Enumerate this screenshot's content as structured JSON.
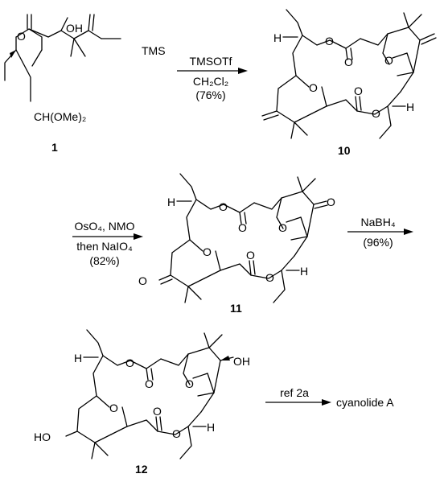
{
  "compounds": {
    "c1": {
      "number": "1",
      "groups": {
        "oh": "OH",
        "tms": "TMS",
        "acetal": "CH(OMe)₂",
        "ester_o": "O"
      }
    },
    "c10": {
      "number": "10"
    },
    "c11": {
      "number": "11"
    },
    "c12": {
      "number": "12",
      "groups": {
        "oh_right": "OH",
        "oh_left": "HO"
      }
    }
  },
  "atoms": {
    "o": "O",
    "h": "H"
  },
  "steps": [
    {
      "reagent": "TMSOTf",
      "solvent": "CH₂Cl₂",
      "yield": "(76%)"
    },
    {
      "reagent": "OsO₄, NMO",
      "reagent2": "then NaIO₄",
      "yield": "(82%)"
    },
    {
      "reagent": "NaBH₄",
      "yield": "(96%)"
    },
    {
      "reagent": "ref 2a"
    }
  ],
  "product": "cyanolide A"
}
